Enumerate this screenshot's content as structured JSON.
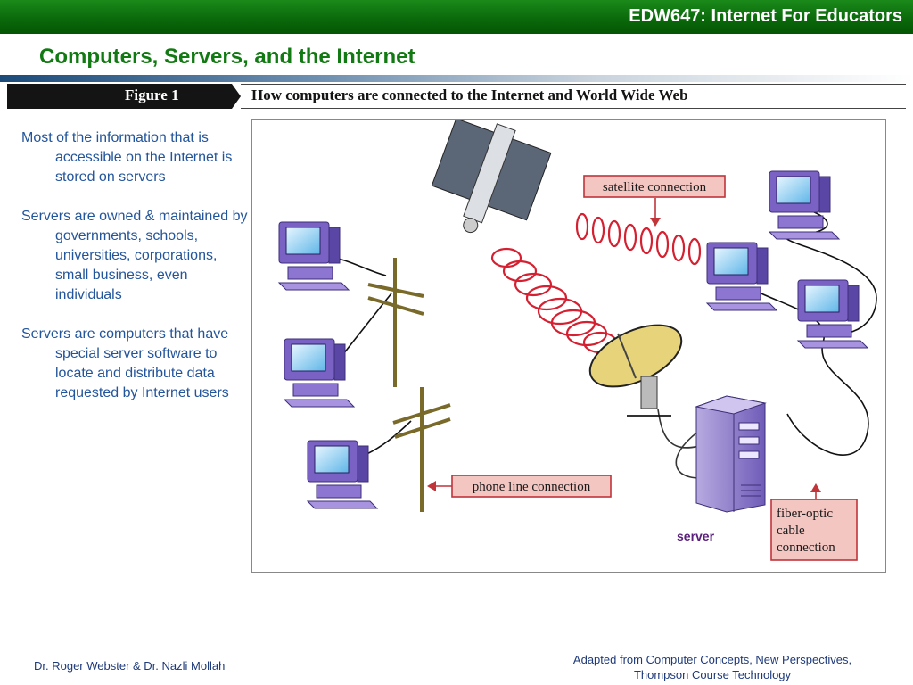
{
  "header": {
    "course_title": "EDW647:  Internet For Educators"
  },
  "slide": {
    "title": "Computers, Servers, and the Internet"
  },
  "figure": {
    "label": "Figure 1",
    "caption": "How computers are connected to the Internet and World Wide Web"
  },
  "bullets": [
    "Most of the information that is accessible on the Internet is stored on servers",
    "Servers are owned & maintained by governments, schools, universities, corporations, small business, even individuals",
    "Servers are computers that have special server software to locate and distribute data requested by Internet users"
  ],
  "diagram": {
    "callouts": {
      "satellite": "satellite connection",
      "phone": "phone line connection",
      "fiber": [
        "fiber-optic",
        "cable",
        "connection"
      ]
    },
    "server_label": "server",
    "colors": {
      "callout_fill": "#f3c6c2",
      "callout_border": "#c0343a",
      "signal": "#d42030",
      "computer": "#7a62c4",
      "server": "#8a78c8",
      "pole": "#7a6a2a"
    }
  },
  "footer": {
    "authors": "Dr. Roger Webster & Dr. Nazli Mollah",
    "source": "Adapted from Computer Concepts, New Perspectives, Thompson Course Technology"
  }
}
